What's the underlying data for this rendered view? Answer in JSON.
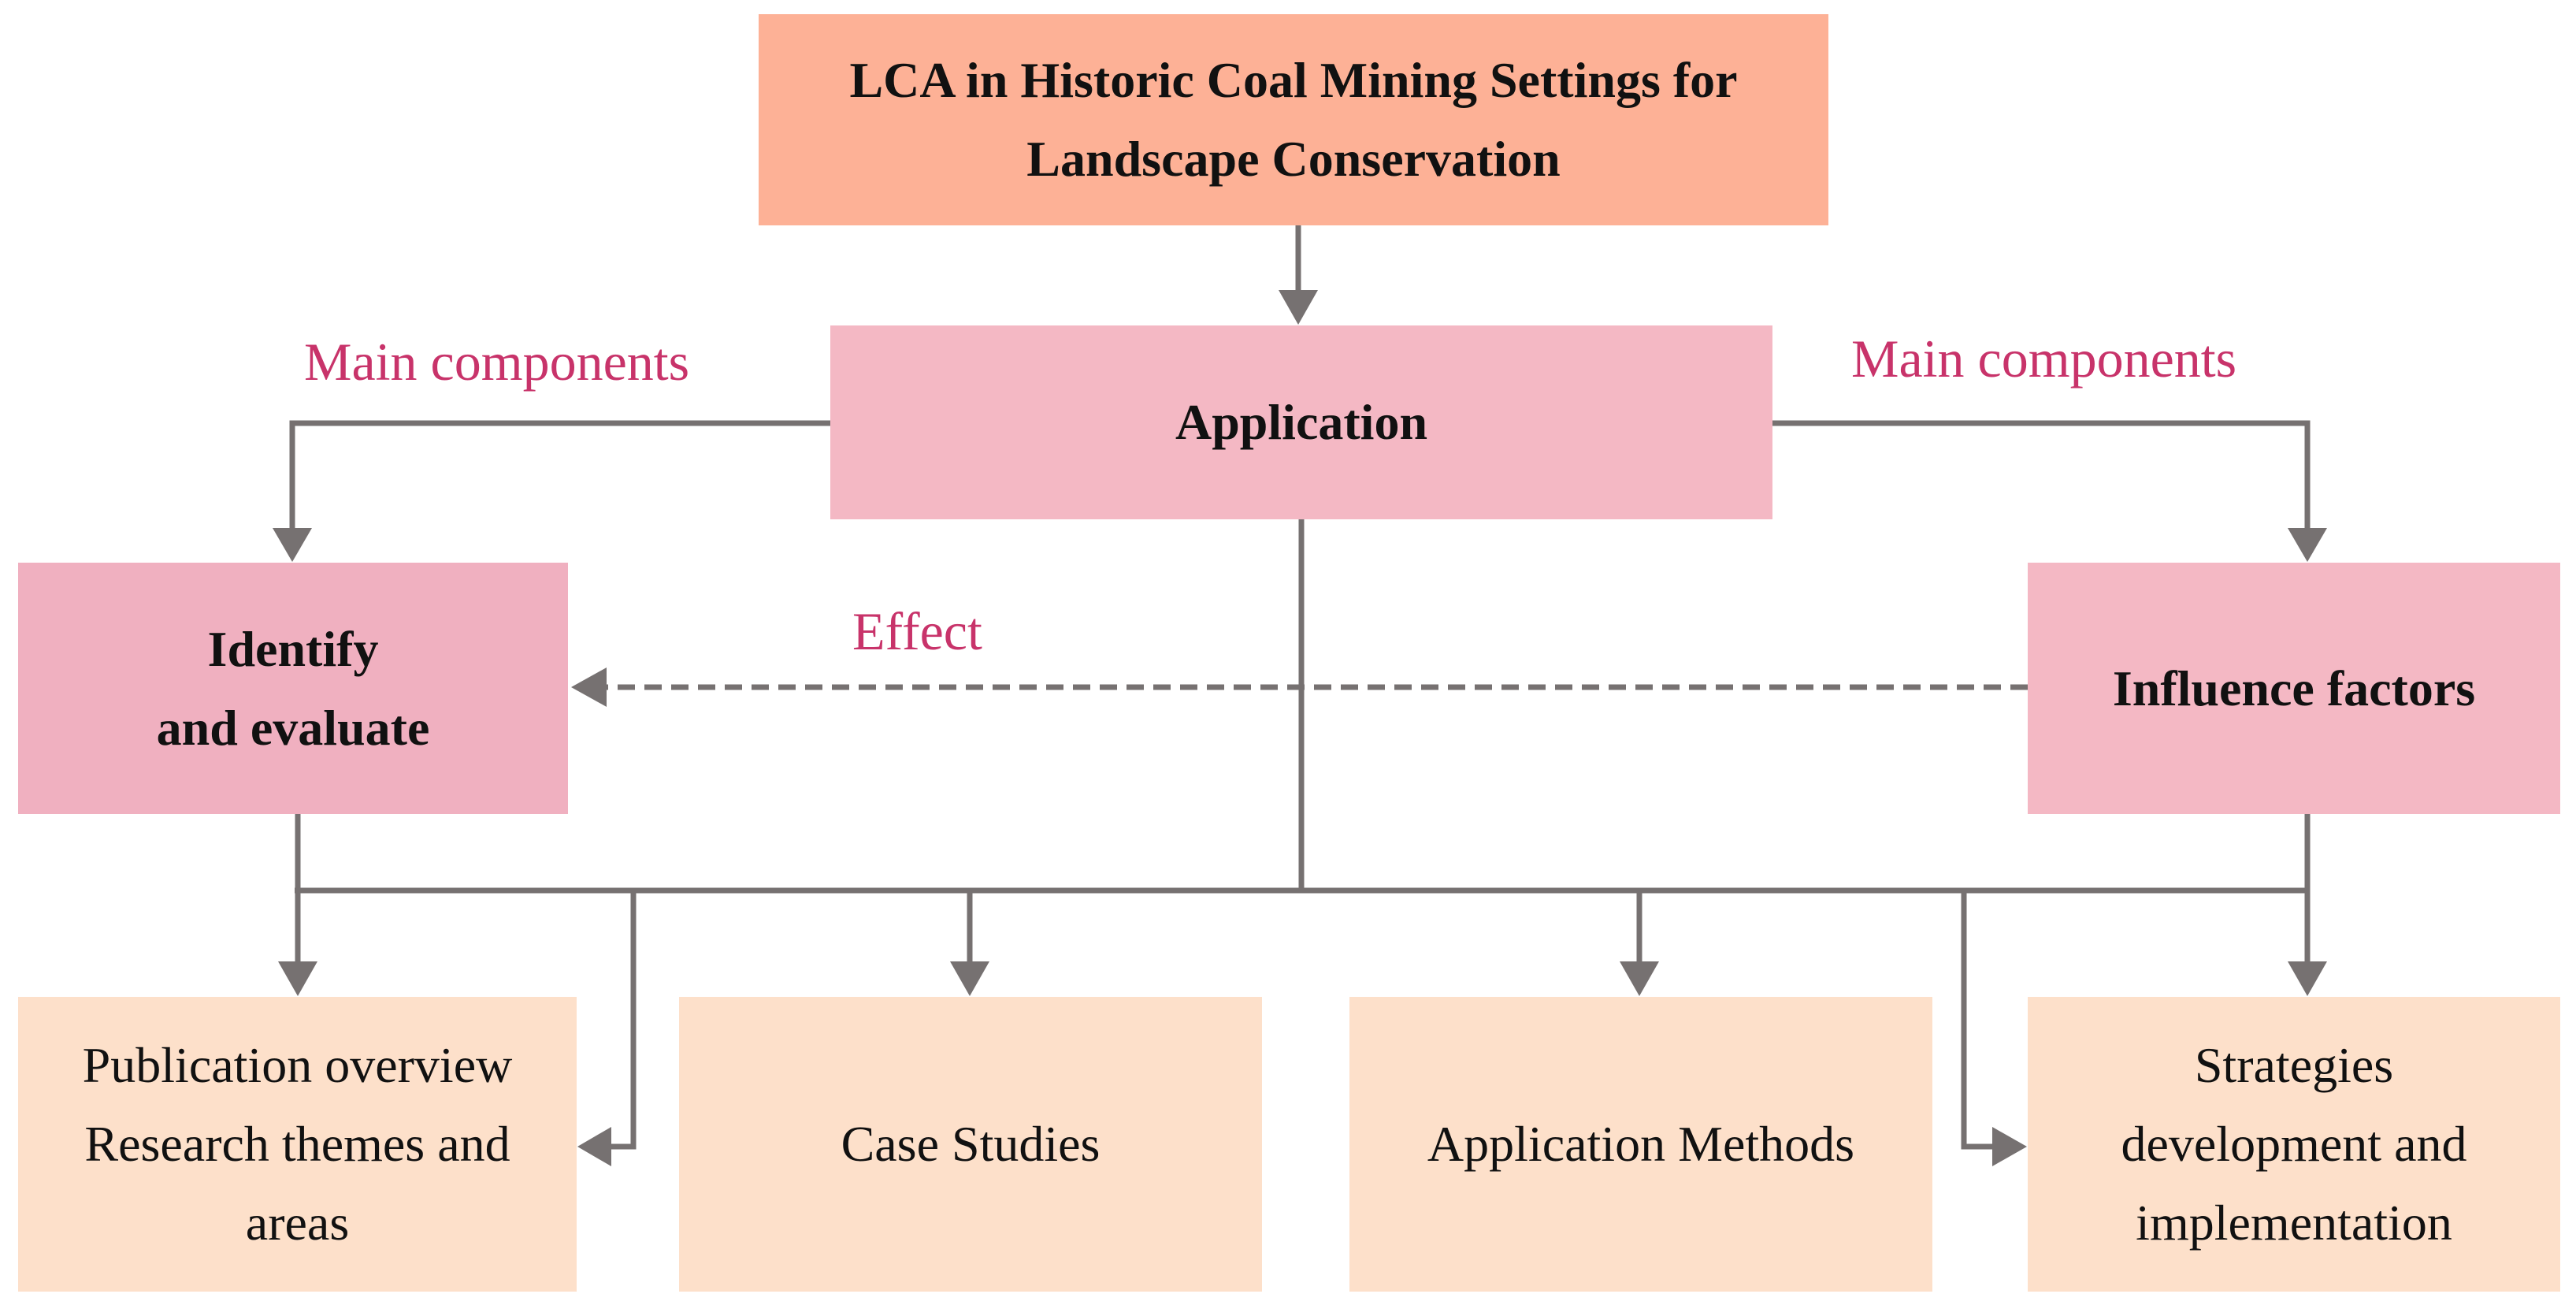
{
  "title_box": {
    "label": "LCA in Historic Coal Mining Settings for\nLandscape Conservation"
  },
  "application_box": {
    "label": "Application"
  },
  "identify_box": {
    "label": "Identify\nand evaluate"
  },
  "influence_box": {
    "label": "Influence factors"
  },
  "edge_labels": {
    "main_components_left": "Main components",
    "main_components_right": "Main components",
    "effect": "Effect"
  },
  "output_boxes": {
    "publication": "Publication overview\nResearch themes and\nareas",
    "case_studies": "Case Studies",
    "application_methods": "Application Methods",
    "strategies": "Strategies\ndevelopment and\nimplementation"
  },
  "colors": {
    "title_fill": "#fdb196",
    "component_fill": "#f4b8c4",
    "output_fill": "#fde0ca",
    "edge_label": "#c8336a",
    "connector": "#767171"
  }
}
